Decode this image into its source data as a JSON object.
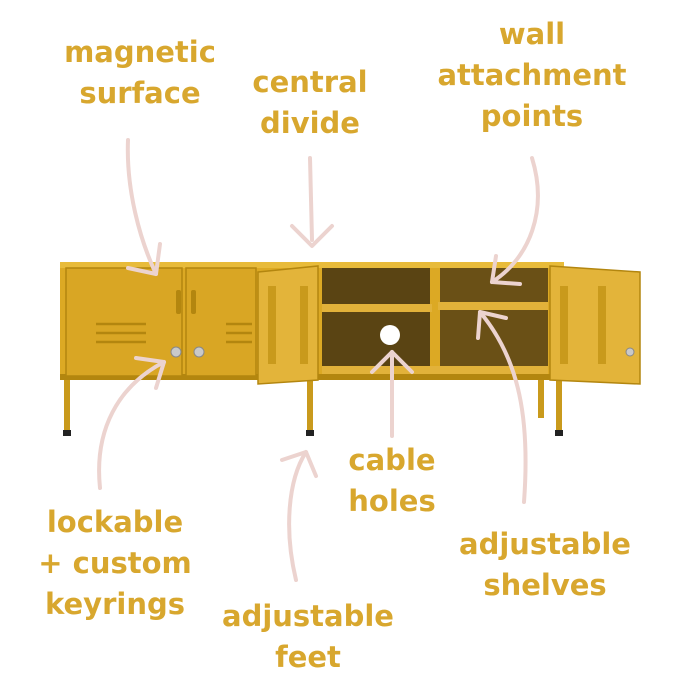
{
  "colors": {
    "label": "#d8a72e",
    "arrow": "#ecd3cf",
    "cabinet": "#dca924",
    "cabinet_dark": "#b3860f",
    "interior": "#5a4413",
    "background": "#ffffff"
  },
  "labels": {
    "magnetic": [
      "magnetic",
      "surface"
    ],
    "central": [
      "central",
      "divide"
    ],
    "wall": [
      "wall",
      "attachment",
      "points"
    ],
    "lockable": [
      "lockable",
      "+ custom",
      "keyrings"
    ],
    "cable": [
      "cable",
      "holes"
    ],
    "feet": [
      "adjustable",
      "feet"
    ],
    "shelves": [
      "adjustable",
      "shelves"
    ]
  }
}
